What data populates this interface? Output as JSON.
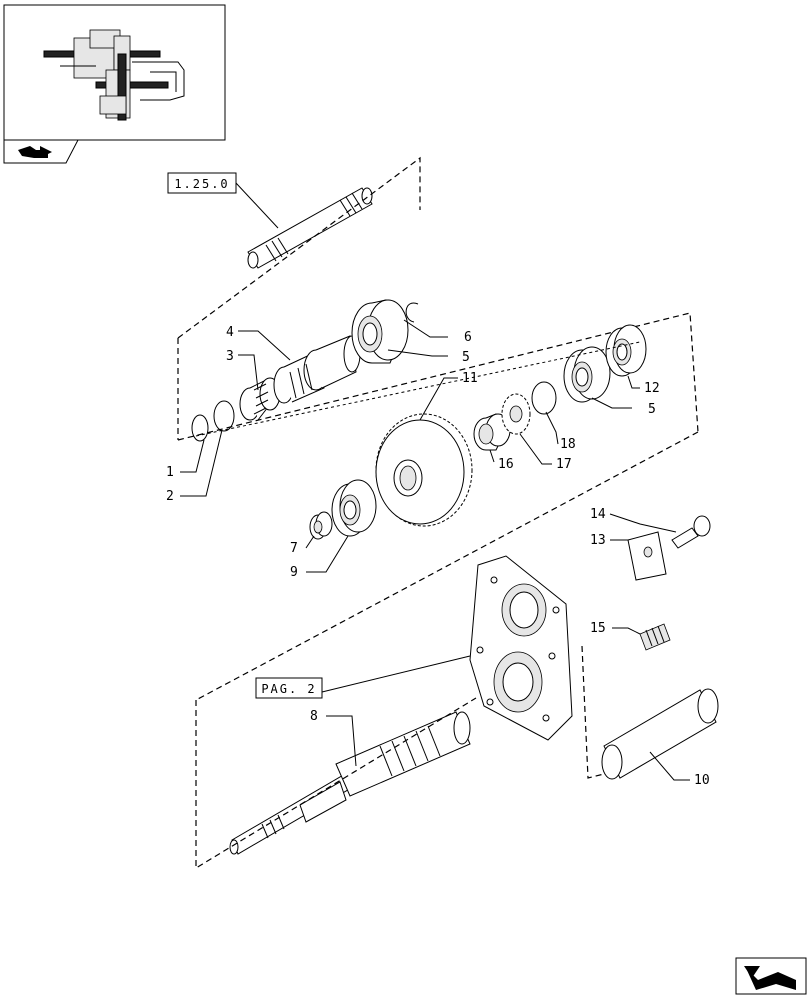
{
  "references": {
    "ref_top": "1.25.0",
    "ref_page": "PAG. 2"
  },
  "callouts": [
    {
      "id": "c1",
      "text": "1"
    },
    {
      "id": "c2",
      "text": "2"
    },
    {
      "id": "c3",
      "text": "3"
    },
    {
      "id": "c4",
      "text": "4"
    },
    {
      "id": "c5a",
      "text": "5"
    },
    {
      "id": "c5b",
      "text": "5"
    },
    {
      "id": "c6",
      "text": "6"
    },
    {
      "id": "c7",
      "text": "7"
    },
    {
      "id": "c8",
      "text": "8"
    },
    {
      "id": "c9",
      "text": "9"
    },
    {
      "id": "c10",
      "text": "10"
    },
    {
      "id": "c11",
      "text": "11"
    },
    {
      "id": "c12",
      "text": "12"
    },
    {
      "id": "c13",
      "text": "13"
    },
    {
      "id": "c14",
      "text": "14"
    },
    {
      "id": "c15",
      "text": "15"
    },
    {
      "id": "c16",
      "text": "16"
    },
    {
      "id": "c17",
      "text": "17"
    },
    {
      "id": "c18",
      "text": "18"
    }
  ],
  "icons": {
    "thumbnail": "assembly-location-thumbnail",
    "nav_top": "book-arrow-icon",
    "nav_bottom": "next-page-arrow-icon"
  }
}
